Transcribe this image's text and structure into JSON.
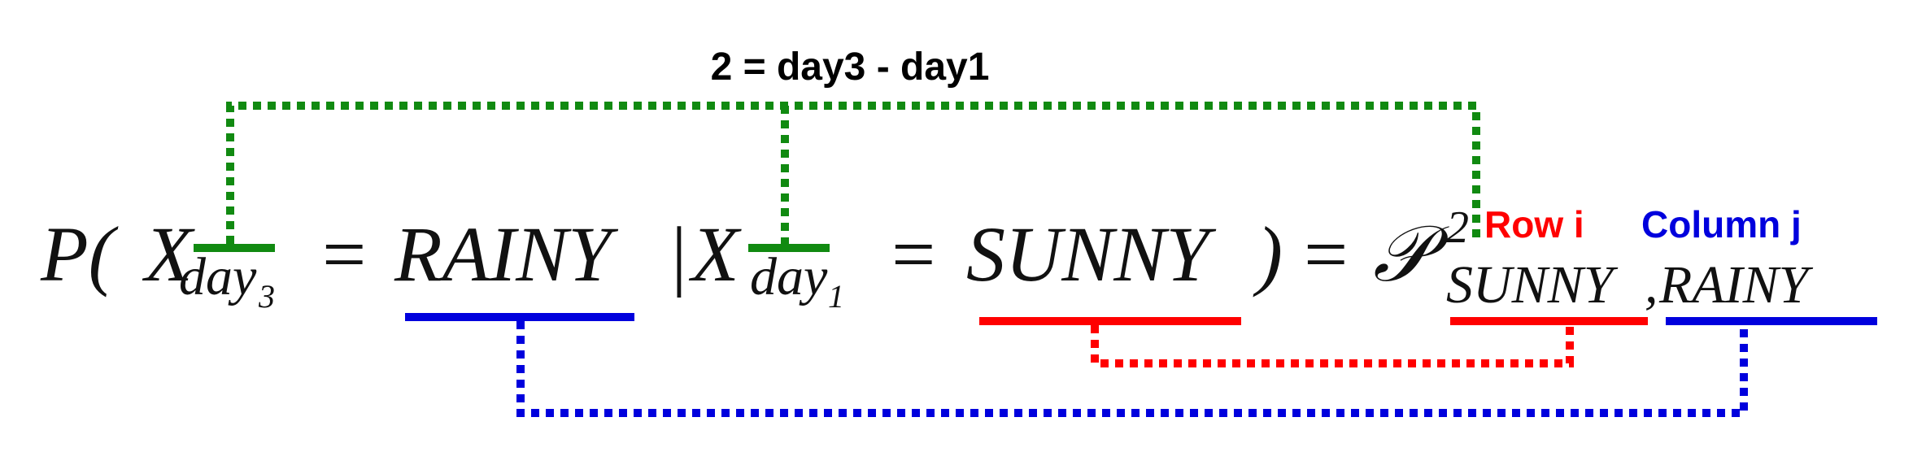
{
  "annotation_top": {
    "text": "2 = day3 - day1",
    "color": "#000000"
  },
  "label_row": {
    "text": "Row i",
    "color": "#ff0000"
  },
  "label_column": {
    "text": "Column j",
    "color": "#0000dd"
  },
  "equation": {
    "p": "P(",
    "x1": "X",
    "sub1_day": "day",
    "sub1_num": "3",
    "eq1": "=",
    "rainy": "RAINY",
    "bar": "|",
    "x2": "X",
    "sub2_day": "day",
    "sub2_num": "1",
    "eq2": "=",
    "sunny": "SUNNY",
    "close": ")",
    "eq3": "=",
    "script_p": "𝒫",
    "superscript": "2",
    "sub_sunny": "SUNNY",
    "comma": ",",
    "sub_rainy": "RAINY"
  },
  "colors": {
    "green": "#118a11",
    "red": "#ff0000",
    "blue": "#0000dd"
  }
}
